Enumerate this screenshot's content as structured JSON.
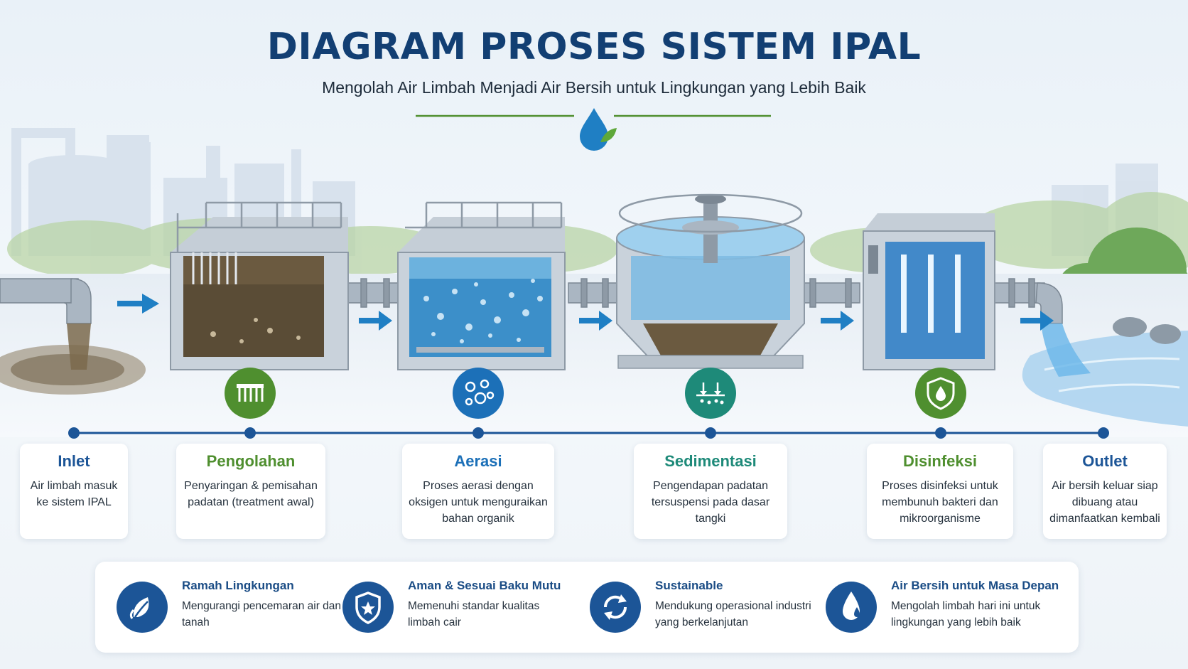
{
  "header": {
    "title": "DIAGRAM PROSES SISTEM IPAL",
    "subtitle": "Mengolah Air Limbah Menjadi Air Bersih untuk Lingkungan yang Lebih Baik"
  },
  "steps": [
    {
      "title": "Inlet",
      "desc": "Air limbah masuk ke sistem IPAL",
      "color": "#1c5597"
    },
    {
      "title": "Pengolahan",
      "desc": "Penyaringan & pemisahan padatan (treatment awal)",
      "color": "#4f8f2f"
    },
    {
      "title": "Aerasi",
      "desc": "Proses aerasi dengan oksigen untuk menguraikan bahan organik",
      "color": "#1c70b8"
    },
    {
      "title": "Sedimentasi",
      "desc": "Pengendapan padatan tersuspensi pada dasar tangki",
      "color": "#1e8a79"
    },
    {
      "title": "Disinfeksi",
      "desc": "Proses disinfeksi untuk membunuh bakteri dan mikroorganisme",
      "color": "#4f8f2f"
    },
    {
      "title": "Outlet",
      "desc": "Air bersih keluar siap dibuang atau dimanfaatkan kembali",
      "color": "#1c5597"
    }
  ],
  "benefits": [
    {
      "title": "Ramah Lingkungan",
      "desc": "Mengurangi pencemaran air dan tanah",
      "icon": "leaf-icon"
    },
    {
      "title": "Aman & Sesuai Baku Mutu",
      "desc": "Memenuhi standar kualitas limbah cair",
      "icon": "shield-star-icon"
    },
    {
      "title": "Sustainable",
      "desc": "Mendukung operasional industri yang berkelanjutan",
      "icon": "recycle-icon"
    },
    {
      "title": "Air Bersih untuk Masa Depan",
      "desc": "Mengolah limbah hari ini untuk lingkungan yang lebih baik",
      "icon": "water-drop-icon"
    }
  ],
  "colors": {
    "navy": "#123f73",
    "blue": "#1c5597",
    "green": "#4f8f2f",
    "teal": "#1e8a79",
    "accent_blue": "#1c70b8"
  }
}
